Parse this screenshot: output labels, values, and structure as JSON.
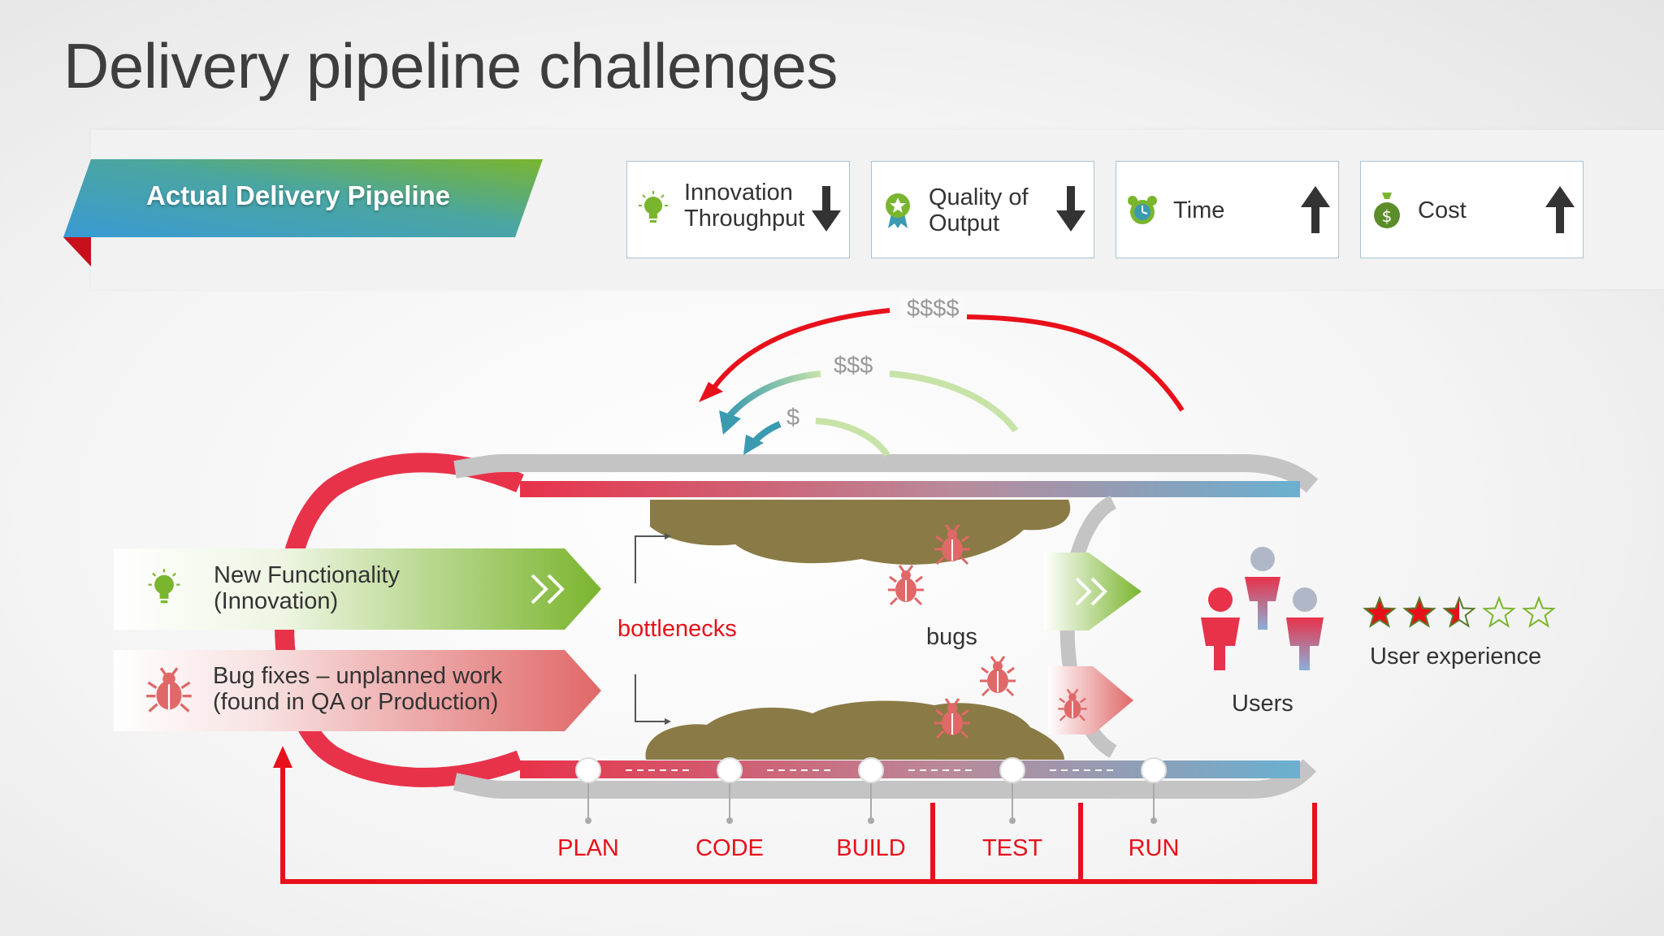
{
  "title": "Delivery pipeline challenges",
  "banner": {
    "label": "Actual Delivery Pipeline"
  },
  "metrics": [
    {
      "label_line1": "Innovation",
      "label_line2": "Throughput",
      "icon": "lightbulb-icon",
      "trend": "down"
    },
    {
      "label_line1": "Quality of",
      "label_line2": "Output",
      "icon": "award-badge-icon",
      "trend": "down"
    },
    {
      "label_line1": "Time",
      "label_line2": "",
      "icon": "alarm-clock-icon",
      "trend": "up"
    },
    {
      "label_line1": "Cost",
      "label_line2": "",
      "icon": "money-bag-icon",
      "trend": "up"
    }
  ],
  "lanes": {
    "innovation": {
      "line1": "New Functionality",
      "line2": "(Innovation)"
    },
    "bugfix": {
      "line1": "Bug fixes – unplanned work",
      "line2": "(found in QA or Production)"
    }
  },
  "feedback_costs": [
    "$$$$",
    "$$$",
    "$"
  ],
  "annotations": {
    "bottlenecks": "bottlenecks",
    "bugs": "bugs"
  },
  "stages": [
    "PLAN",
    "CODE",
    "BUILD",
    "TEST",
    "RUN"
  ],
  "users": {
    "label": "Users"
  },
  "rating": {
    "label": "User experience",
    "stars": 2.5,
    "max": 5
  },
  "colors": {
    "red": "#e8101a",
    "green": "#7ab52e",
    "teal": "#3a9ab0",
    "mud": "#8a7a45"
  }
}
